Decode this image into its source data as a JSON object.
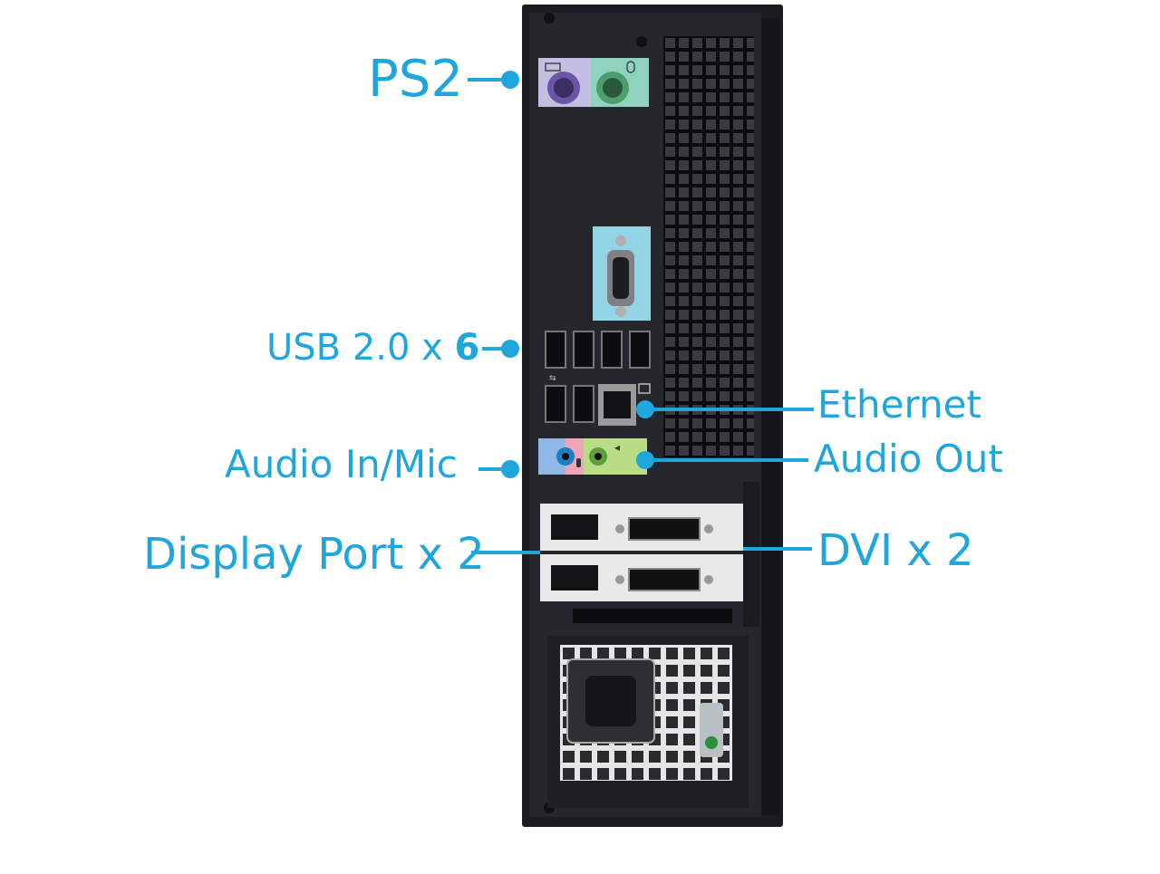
{
  "colors": {
    "callout": "#1fa6dc",
    "chassis": "#1b1c20",
    "panel": "#26272c"
  },
  "labels": {
    "ps2": "PS2",
    "usb_prefix": "USB 2.0 x",
    "usb_count": "6",
    "ethernet": "Ethernet",
    "audio_in": "Audio In/Mic",
    "audio_out": "Audio Out",
    "displayport": "Display Port x 2",
    "dvi": "DVI x 2"
  },
  "icons": [
    "keyboard-icon",
    "mouse-icon",
    "usb-icon",
    "network-icon",
    "speaker-icon",
    "microphone-icon"
  ]
}
